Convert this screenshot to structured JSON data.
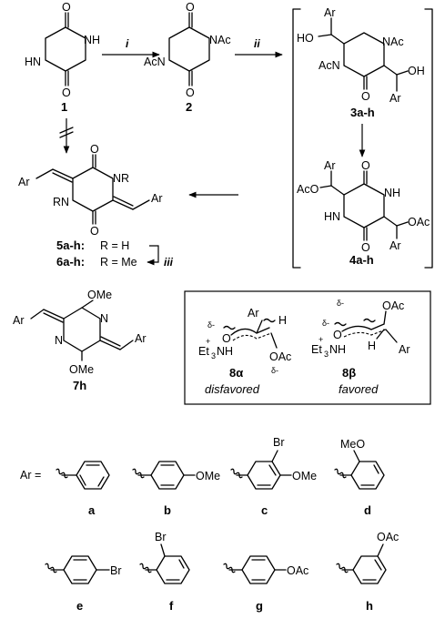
{
  "compounds": {
    "c1": "1",
    "c2": "2",
    "c3": "3a-h",
    "c4": "4a-h",
    "c5": "5a-h:",
    "c5r": "R = H",
    "c6": "6a-h:",
    "c6r": "R = Me",
    "c7": "7h",
    "c8a": "8α",
    "c8b": "8β"
  },
  "reagents": {
    "i": "i",
    "ii": "ii",
    "iii": "iii"
  },
  "atoms": {
    "O": "O",
    "NH": "NH",
    "HN": "HN",
    "N": "N",
    "NAc": "NAc",
    "AcN": "AcN",
    "HO": "HO",
    "OH": "OH",
    "Ar": "Ar",
    "AcO": "AcO",
    "OAc": "OAc",
    "NR": "NR",
    "RN": "RN",
    "OMe": "OMe",
    "MeO": "MeO",
    "Br": "Br",
    "H": "H",
    "Et3": "Et",
    "three": "3",
    "plus": "+",
    "delta": "δ-"
  },
  "captions": {
    "disfavored": "disfavored",
    "favored": "favored"
  },
  "ar_legend": {
    "prefix": "Ar =",
    "letters": [
      "a",
      "b",
      "c",
      "d",
      "e",
      "f",
      "g",
      "h"
    ]
  }
}
